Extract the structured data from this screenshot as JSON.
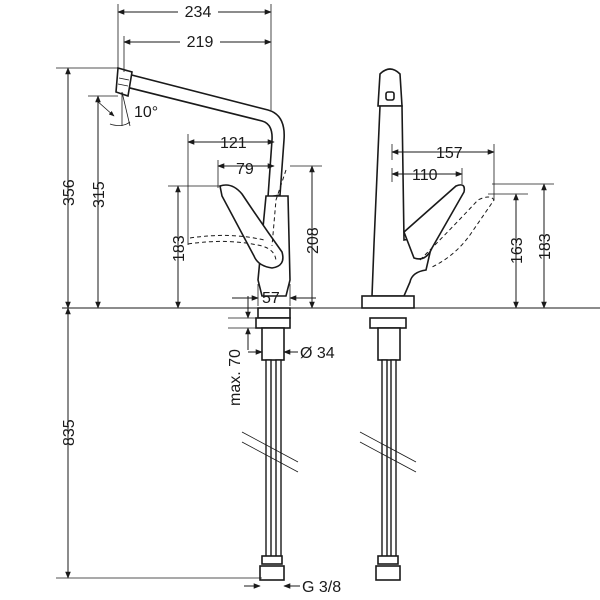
{
  "dimensions": {
    "reach_total": "234",
    "reach_spout": "219",
    "swivel_angle": "10°",
    "lever_reach_a": "121",
    "lever_reach_b": "79",
    "height_total": "356",
    "height_spout": "315",
    "height_lever_left": "183",
    "height_body": "208",
    "base_width": "57",
    "side_reach_a": "157",
    "side_reach_b": "110",
    "height_lever_side_a": "163",
    "height_lever_side_b": "183",
    "max_thickness": "max. 70",
    "hole_diameter": "Ø 34",
    "hose_length": "835",
    "connection": "G 3/8"
  }
}
